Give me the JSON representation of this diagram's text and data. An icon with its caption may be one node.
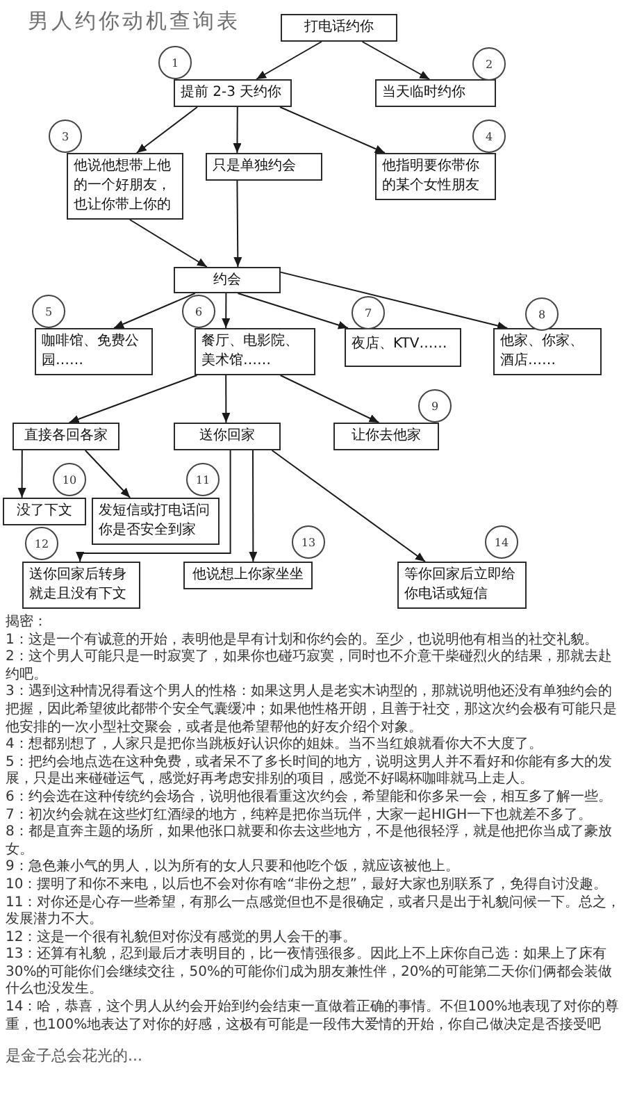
{
  "diagram": {
    "title": "男人约你动机查询表",
    "nodes": [
      {
        "text": [
          "打电话约你"
        ]
      },
      {
        "text": [
          "提前 2-3 天约你"
        ],
        "beside": [
          "1"
        ]
      },
      {
        "text": [
          "当天临时约你"
        ],
        "beside": [
          "2"
        ]
      },
      {
        "text": [
          "他说他想带上他的一个好朋友，也让你带上你的"
        ],
        "beside": [
          "3"
        ]
      },
      {
        "text": [
          "只是单独约会"
        ]
      },
      {
        "text": [
          "他指明要你带你的某个女性朋友"
        ],
        "beside": [
          "4"
        ]
      },
      {
        "text": [
          "约会"
        ]
      },
      {
        "text": [
          "咖啡馆、免费公园……"
        ],
        "beside": [
          "5"
        ]
      },
      {
        "text": [
          "餐厅、电影院、美术馆……"
        ],
        "beside": [
          "6"
        ]
      },
      {
        "text": [
          "夜店、KTV……"
        ],
        "beside": [
          "7"
        ]
      },
      {
        "text": [
          "他家、你家、酒店……"
        ],
        "beside": [
          "8"
        ]
      },
      {
        "text": [
          "直接各回各家"
        ]
      },
      {
        "text": [
          "送你回家"
        ]
      },
      {
        "text": [
          "让你去他家"
        ],
        "beside": [
          "9"
        ]
      },
      {
        "text": [
          "没了下文"
        ],
        "beside": [
          "10"
        ]
      },
      {
        "text": [
          "发短信或打电话问你是否安全到家"
        ],
        "beside": [
          "11"
        ]
      },
      {
        "text": [
          "送你回家后转身就走且没有下文"
        ],
        "beside": [
          "12"
        ]
      },
      {
        "text": [
          "他说想上你家坐坐"
        ],
        "beside": [
          "13"
        ]
      },
      {
        "text": [
          "等你回家后立即给你电话或短信"
        ],
        "beside": [
          "14"
        ]
      }
    ],
    "edges": [
      {
        "from": 0,
        "to": 1,
        "arrow": "to"
      },
      {
        "from": 0,
        "to": 2,
        "arrow": "to"
      },
      {
        "from": 1,
        "to": 3,
        "arrow": "to"
      },
      {
        "from": 1,
        "to": 4,
        "arrow": "to"
      },
      {
        "from": 1,
        "to": 5,
        "arrow": "to"
      },
      {
        "from": 3,
        "to": 6,
        "arrow": "to"
      },
      {
        "from": 4,
        "to": 6,
        "arrow": "to"
      },
      {
        "from": 6,
        "to": 7,
        "arrow": "to"
      },
      {
        "from": 6,
        "to": 8,
        "arrow": "to"
      },
      {
        "from": 6,
        "to": 9,
        "arrow": "to"
      },
      {
        "from": 6,
        "to": 10,
        "arrow": "to"
      },
      {
        "from": 8,
        "to": 11,
        "arrow": "to"
      },
      {
        "from": 8,
        "to": 12,
        "arrow": "to"
      },
      {
        "from": 8,
        "to": 13,
        "arrow": "to"
      },
      {
        "from": 11,
        "to": 14,
        "arrow": "to"
      },
      {
        "from": 11,
        "to": 15,
        "arrow": "to"
      },
      {
        "from": 12,
        "to": 16,
        "arrow": "to"
      },
      {
        "from": 12,
        "to": 17,
        "arrow": "to"
      },
      {
        "from": 12,
        "to": 18,
        "arrow": "to"
      }
    ],
    "labels": [
      "揭密：",
      "1：这是一个有诚意的开始，表明他是早有计划和你约会的。至少，也说明他有相当的社交礼貌。",
      "2：这个男人可能只是一时寂寞了，如果你也碰巧寂寞，同时也不介意干柴碰烈火的结果，那就去赴约吧。",
      "3：遇到这种情况得看这个男人的性格：如果这男人是老实木讷型的，那就说明他还没有单独约会的把握，因此希望彼此都带个安全气囊缓冲；如果他性格开朗，且善于社交，那这次约会极有可能只是他安排的一次小型社交聚会，或者是他希望帮他的好友介绍个对象。",
      "4：想都别想了，人家只是把你当跳板好认识你的姐妹。当不当红娘就看你大不大度了。",
      "5：把约会地点选在这种免费，或者呆不了多长时间的地方，说明这男人并不看好和你能有多大的发展，只是出来碰碰运气，感觉好再考虑安排别的项目，感觉不好喝杯咖啡就马上走人。",
      "6：约会选在这种传统约会场合，说明他很看重这次约会，希望能和你多呆一会，相互多了解一些。",
      "7：初次约会就在这些灯红酒绿的地方，纯粹是把你当玩伴，大家一起HIGH一下也就差不多了。",
      "8：都是直奔主题的场所，如果他张口就要和你去这些地方，不是他很轻浮，就是他把你当成了豪放女。",
      "9：急色兼小气的男人，以为所有的女人只要和他吃个饭，就应该被他上。",
      "10：摆明了和你不来电，以后也不会对你有啥“非份之想”，最好大家也别联系了，免得自讨没趣。",
      "11：对你还是心存一些希望，有那么一点感觉但也不是很确定，或者只是出于礼貌问候一下。总之，发展潜力不大。",
      "12：这是一个很有礼貌但对你没有感觉的男人会干的事。",
      "13：还算有礼貌，忍到最后才表明目的，比一夜情强很多。因此上不上床你自己选：如果上了床有30%的可能你们会继续交往，50%的可能你们成为朋友兼性伴，20%的可能第二天你们俩都会装做什么也没发生。",
      "14：哈，恭喜，这个男人从约会开始到约会结束一直做着正确的事情。不但100%地表现了对你的尊重，也100%地表达了对你的好感，这极有可能是一段伟大爱情的开始，你自己做决定是否接受吧",
      "是金子总会花光的..."
    ]
  }
}
